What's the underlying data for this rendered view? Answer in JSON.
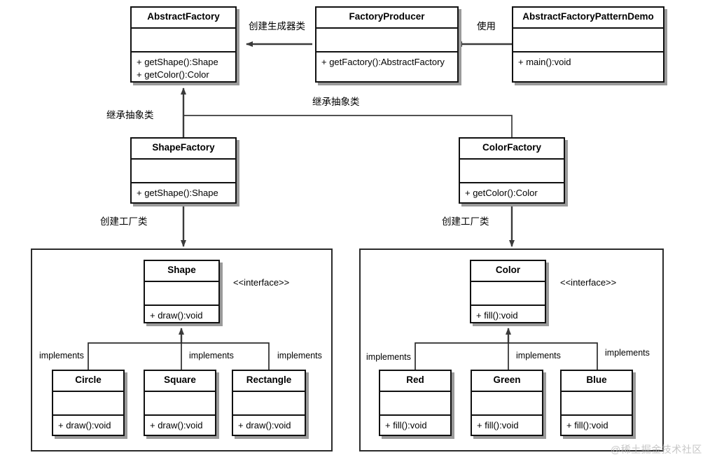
{
  "diagram": {
    "title": "AbstractFactoryPatternDemo UML class diagram",
    "stroke_color": "#111111",
    "shadow_color": "#9a9a9a",
    "background": "#ffffff"
  },
  "classes": {
    "abstract_factory": {
      "name": "AbstractFactory",
      "attributes": "",
      "operations": [
        "+ getShape():Shape",
        "+ getColor():Color"
      ]
    },
    "factory_producer": {
      "name": "FactoryProducer",
      "attributes": "",
      "operations": [
        "+ getFactory():AbstractFactory"
      ]
    },
    "demo": {
      "name": "AbstractFactoryPatternDemo",
      "attributes": "",
      "operations": [
        "+ main():void"
      ]
    },
    "shape_factory": {
      "name": "ShapeFactory",
      "attributes": "",
      "operations": [
        "+ getShape():Shape"
      ]
    },
    "color_factory": {
      "name": "ColorFactory",
      "attributes": "",
      "operations": [
        "+ getColor():Color"
      ]
    },
    "shape": {
      "name": "Shape",
      "attributes": "",
      "operations": [
        "+ draw():void"
      ],
      "stereotype": "<<interface>>"
    },
    "color": {
      "name": "Color",
      "attributes": "",
      "operations": [
        "+ fill():void"
      ],
      "stereotype": "<<interface>>"
    },
    "circle": {
      "name": "Circle",
      "attributes": "",
      "operations": [
        "+ draw():void"
      ]
    },
    "square": {
      "name": "Square",
      "attributes": "",
      "operations": [
        "+ draw():void"
      ]
    },
    "rectangle": {
      "name": "Rectangle",
      "attributes": "",
      "operations": [
        "+ draw():void"
      ]
    },
    "red": {
      "name": "Red",
      "attributes": "",
      "operations": [
        "+ fill():void"
      ]
    },
    "green": {
      "name": "Green",
      "attributes": "",
      "operations": [
        "+ fill():void"
      ]
    },
    "blue": {
      "name": "Blue",
      "attributes": "",
      "operations": [
        "+ fill():void"
      ]
    }
  },
  "relations": {
    "create_builder": "创建生成器类",
    "uses": "使用",
    "inherit_abstract_left": "继承抽象类",
    "inherit_abstract_right": "继承抽象类",
    "create_factory_left": "创建工厂类",
    "create_factory_right": "创建工厂类",
    "implements_shape_1": "implements",
    "implements_shape_2": "implements",
    "implements_shape_3": "implements",
    "implements_color_1": "implements",
    "implements_color_2": "implements",
    "implements_color_3": "implements"
  },
  "watermark": {
    "text": "@稀土掘金技术社区"
  }
}
